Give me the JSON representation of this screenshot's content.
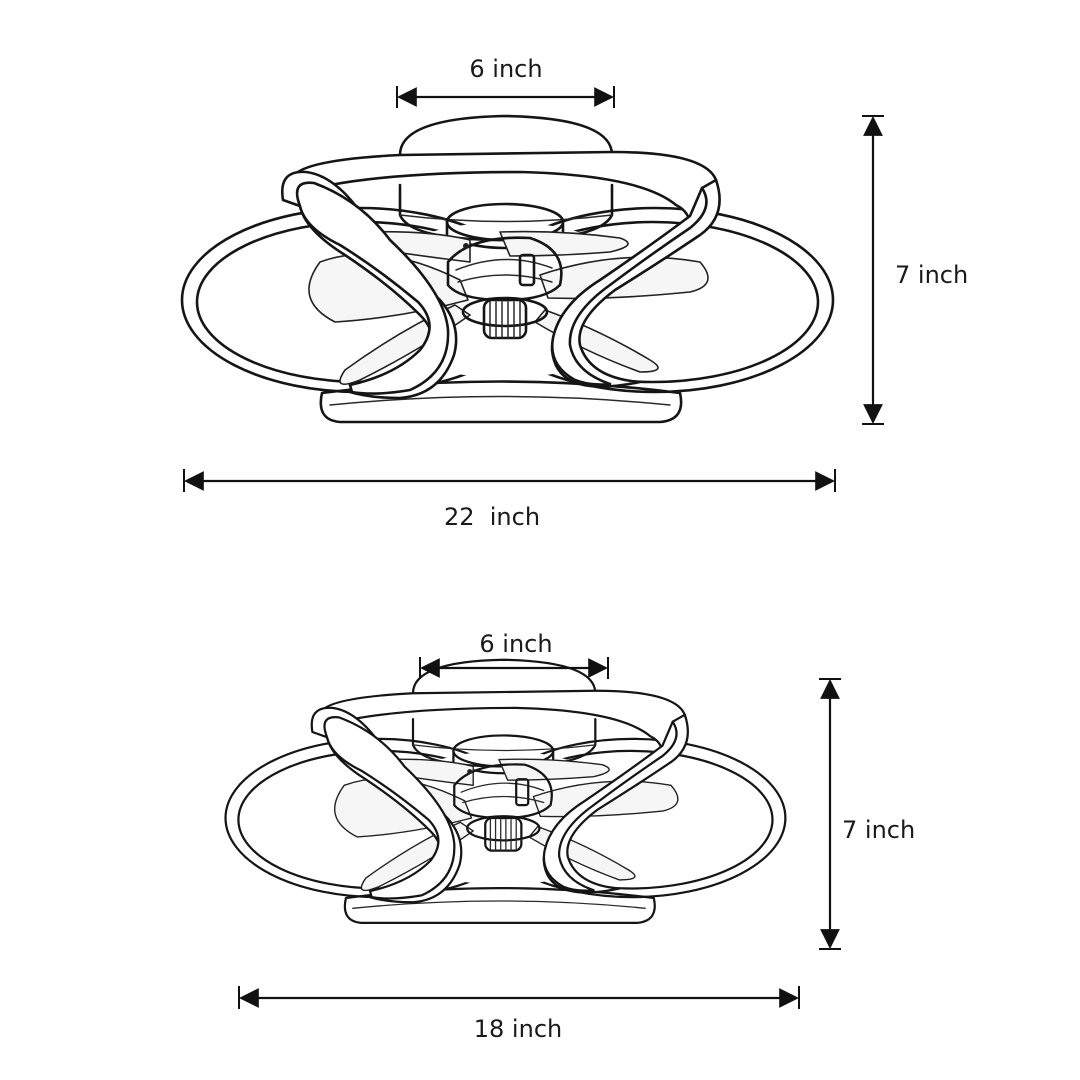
{
  "diagrams": [
    {
      "id": "large",
      "top_width_label": "6 inch",
      "height_label": "7 inch",
      "overall_width_label": "22  inch"
    },
    {
      "id": "small",
      "top_width_label": "6 inch",
      "height_label": "7 inch",
      "overall_width_label": "18 inch"
    }
  ],
  "colors": {
    "line": "#151515",
    "background": "#ffffff"
  }
}
